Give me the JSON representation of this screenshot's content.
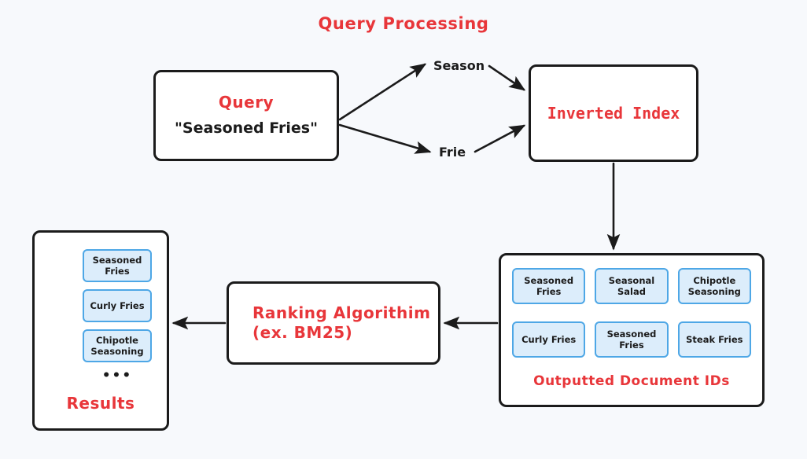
{
  "diagram": {
    "title": "Query Processing",
    "background_color": "#f7f9fc",
    "accent_color": "#e8363a",
    "stroke_color": "#1b1b1b",
    "chip_fill_color": "#dcedfb",
    "chip_border_color": "#4ea7e6"
  },
  "query_node": {
    "heading": "Query",
    "value": "\"Seasoned Fries\""
  },
  "tokens": [
    {
      "label": "Season"
    },
    {
      "label": "Frie"
    }
  ],
  "inverted_index_node": {
    "label": "Inverted Index"
  },
  "documents_node": {
    "caption": "Outputted Document IDs",
    "chips": [
      {
        "label": "Seasoned Fries"
      },
      {
        "label": "Seasonal Salad"
      },
      {
        "label": "Chipotle Seasoning"
      },
      {
        "label": "Curly Fries"
      },
      {
        "label": "Seasoned Fries"
      },
      {
        "label": "Steak Fries"
      }
    ]
  },
  "ranking_node": {
    "line1": "Ranking Algorithim",
    "line2": "(ex. BM25)"
  },
  "results_node": {
    "caption": "Results",
    "ellipsis": "•••",
    "chips": [
      {
        "label": "Seasoned Fries"
      },
      {
        "label": "Curly Fries"
      },
      {
        "label": "Chipotle Seasoning"
      }
    ]
  }
}
